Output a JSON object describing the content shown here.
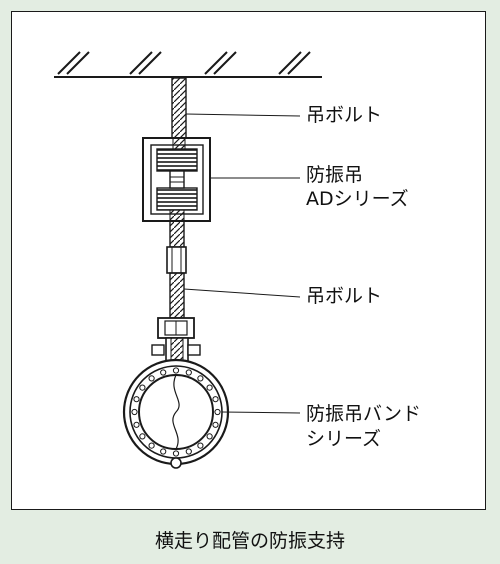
{
  "diagram": {
    "labels": {
      "upper_bolt": "吊ボルト",
      "isolator_line1": "防振吊",
      "isolator_line2": "ADシリーズ",
      "lower_bolt": "吊ボルト",
      "band_line1": "防振吊バンド",
      "band_line2": "シリーズ"
    }
  },
  "caption": "横走り配管の防振支持",
  "colors": {
    "background": "#e3ede2",
    "panel": "#ffffff",
    "ink": "#1a1a1a"
  }
}
